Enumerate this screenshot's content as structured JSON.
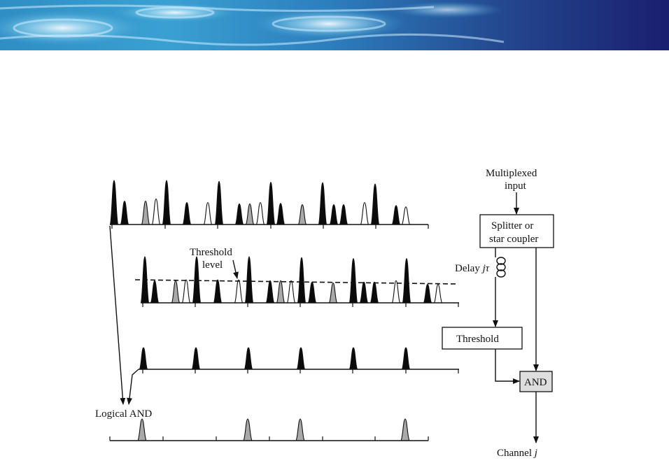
{
  "pulse_trains": {
    "input": [
      {
        "h": 1.0,
        "f": "b"
      },
      {
        "h": 0.53,
        "f": "b"
      },
      {
        "h": 0.53,
        "f": "g"
      },
      {
        "h": 0.58,
        "f": "w"
      },
      {
        "h": 1.0,
        "f": "b"
      },
      {
        "h": 0.5,
        "f": "b"
      },
      {
        "h": 0.5,
        "f": "w"
      },
      {
        "h": 0.98,
        "f": "b"
      },
      {
        "h": 0.47,
        "f": "b"
      },
      {
        "h": 0.47,
        "f": "g"
      },
      {
        "h": 0.5,
        "f": "w"
      },
      {
        "h": 0.96,
        "f": "b"
      },
      {
        "h": 0.48,
        "f": "b"
      },
      {
        "h": 0.45,
        "f": "g"
      },
      {
        "h": 0.95,
        "f": "b"
      },
      {
        "h": 0.45,
        "f": "b"
      },
      {
        "h": 0.45,
        "f": "b"
      },
      {
        "h": 0.5,
        "f": "w"
      },
      {
        "h": 0.92,
        "f": "b"
      },
      {
        "h": 0.43,
        "f": "b"
      },
      {
        "h": 0.4,
        "f": "w"
      }
    ],
    "delayed": [
      {
        "h": 1.0,
        "f": "b"
      },
      {
        "h": 0.48,
        "f": "b"
      },
      {
        "h": 0.48,
        "f": "g"
      },
      {
        "h": 0.5,
        "f": "w"
      },
      {
        "h": 1.0,
        "f": "b"
      },
      {
        "h": 0.5,
        "f": "b"
      },
      {
        "h": 0.5,
        "f": "w"
      },
      {
        "h": 1.0,
        "f": "b"
      },
      {
        "h": 0.48,
        "f": "b"
      },
      {
        "h": 0.48,
        "f": "g"
      },
      {
        "h": 0.48,
        "f": "w"
      },
      {
        "h": 0.98,
        "f": "b"
      },
      {
        "h": 0.45,
        "f": "b"
      },
      {
        "h": 0.43,
        "f": "g"
      },
      {
        "h": 0.96,
        "f": "b"
      },
      {
        "h": 0.45,
        "f": "b"
      },
      {
        "h": 0.45,
        "f": "b"
      },
      {
        "h": 0.48,
        "f": "w"
      },
      {
        "h": 0.96,
        "f": "b"
      },
      {
        "h": 0.4,
        "f": "b"
      },
      {
        "h": 0.4,
        "f": "w"
      }
    ],
    "thresholded": [
      1,
      1,
      1,
      1,
      1,
      1
    ],
    "logical_and": [
      1,
      1,
      1,
      1
    ]
  },
  "labels": {
    "threshold_level_1": "Threshold",
    "threshold_level_2": "level",
    "logical_and": "Logical AND",
    "multiplexed_input_1": "Multiplexed",
    "multiplexed_input_2": "input",
    "splitter_1": "Splitter or",
    "splitter_2": "star coupler",
    "delay_prefix": "Delay ",
    "delay_var": "jτ",
    "threshold_block": "Threshold",
    "and_block": "AND",
    "channel_prefix": "Channel ",
    "channel_var": "j"
  },
  "colors": {
    "black_pulse": "#0b0b0b",
    "gray_pulse": "#a9a9a9",
    "white_pulse": "#ffffff",
    "and_box_fill": "#dedede",
    "banner_dark": "#1a1f6e",
    "banner_light": "#d8f4ff"
  }
}
